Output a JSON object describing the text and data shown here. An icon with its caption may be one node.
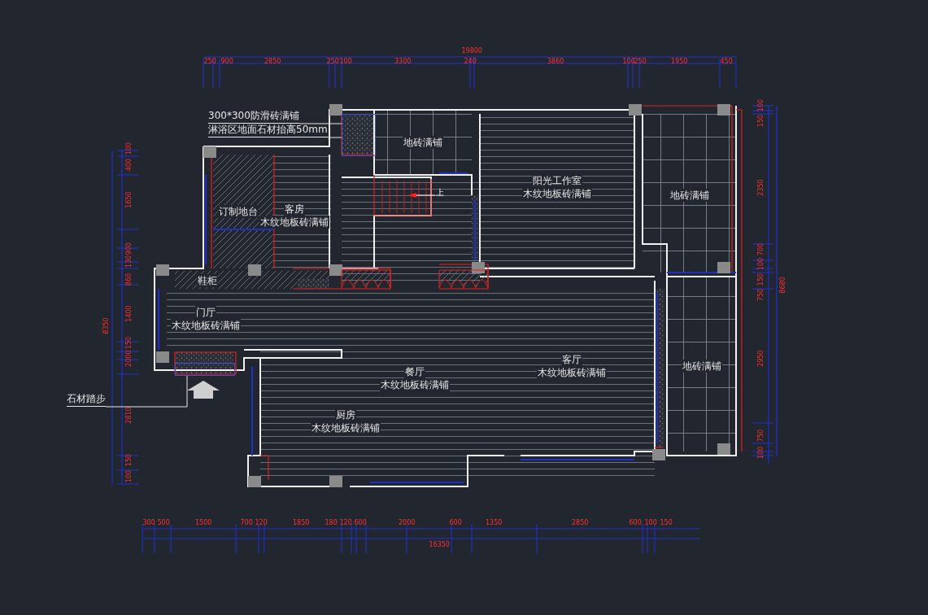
{
  "diagram": {
    "nodes": [
      {
        "text": [
          "300*300防滑砖满铺"
        ]
      },
      {
        "text": [
          "淋浴区地面石材抬高50mm"
        ]
      },
      {
        "text": [],
        "shape": "box"
      },
      {
        "text": [
          "石材踏步"
        ]
      },
      {
        "text": [],
        "shape": "box"
      },
      {
        "text": [
          "地砖满铺"
        ]
      },
      {
        "text": [
          "订制地台"
        ]
      },
      {
        "text": [
          "客房",
          "木纹地板砖满铺"
        ]
      },
      {
        "text": [
          "阳光工作室",
          "木纹地板砖满铺"
        ]
      },
      {
        "text": [
          "地砖满铺"
        ]
      },
      {
        "text": [
          "鞋柜"
        ]
      },
      {
        "text": [
          "门厅",
          "木纹地板砖满铺"
        ]
      },
      {
        "text": [
          "餐厅",
          "木纹地板砖满铺"
        ]
      },
      {
        "text": [
          "客厅",
          "木纹地板砖满铺"
        ]
      },
      {
        "text": [
          "地砖满铺"
        ]
      },
      {
        "text": [
          "厨房",
          "木纹地板砖满铺"
        ]
      }
    ],
    "edges": [
      {
        "from": 0,
        "to": 2,
        "arrow": "none"
      },
      {
        "from": 1,
        "to": 2,
        "arrow": "none"
      },
      {
        "from": 3,
        "to": 4,
        "arrow": "none"
      }
    ],
    "labels": [
      "19800",
      "250",
      "900",
      "2850",
      "250",
      "100",
      "3300",
      "240",
      "3860",
      "100",
      "250",
      "1950",
      "450",
      "8350",
      "100",
      "400",
      "1650",
      "900",
      "130",
      "860",
      "1400",
      "150",
      "2000",
      "2810",
      "150",
      "100",
      "8680",
      "100",
      "150",
      "2350",
      "700",
      "100",
      "150",
      "750",
      "2950",
      "750",
      "100",
      "300",
      "500",
      "1500",
      "700",
      "120",
      "1850",
      "180",
      "120",
      "600",
      "2000",
      "600",
      "1350",
      "2850",
      "600",
      "100",
      "150",
      "16350",
      "上"
    ]
  }
}
